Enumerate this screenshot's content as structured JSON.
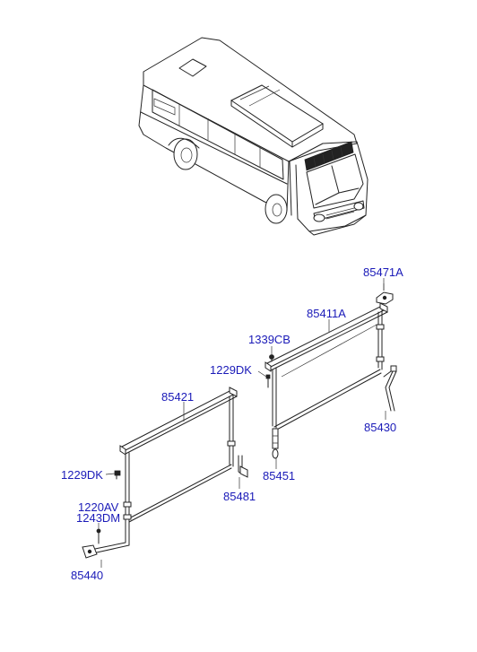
{
  "parts": {
    "p85471A": "85471A",
    "p85411A": "85411A",
    "p1339CB": "1339CB",
    "p1229DK_right": "1229DK",
    "p85430": "85430",
    "p85451": "85451",
    "p85421": "85421",
    "p1229DK_left": "1229DK",
    "p85481": "85481",
    "p1220AV": "1220AV",
    "p1243DM": "1243DM",
    "p85440": "85440"
  },
  "colors": {
    "label": "#1a1ab8",
    "line": "#222222"
  }
}
